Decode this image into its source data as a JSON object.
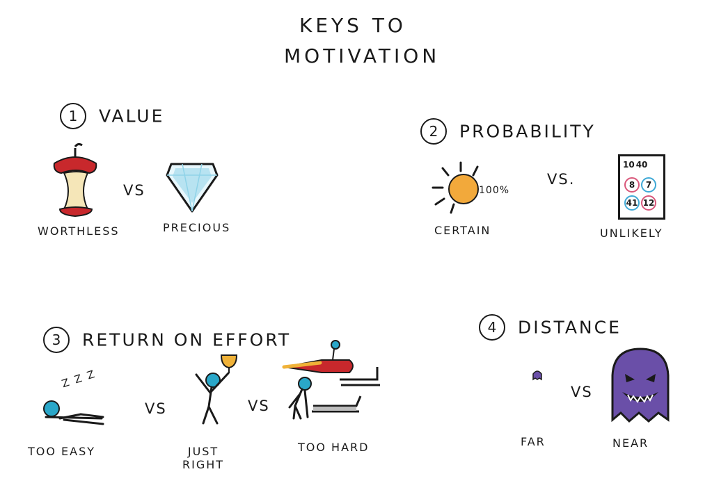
{
  "title": {
    "line1": "KEYS TO",
    "line2": "MOTIVATION"
  },
  "sections": [
    {
      "number": "1",
      "title": "VALUE",
      "left_label": "WORTHLESS",
      "vs": "VS",
      "right_label": "PRECIOUS"
    },
    {
      "number": "2",
      "title": "PROBABILITY",
      "left_label": "CERTAIN",
      "vs": "VS.",
      "right_label": "UNLIKELY",
      "sun_note": "100%",
      "ticket_numbers": [
        "10",
        "40",
        "8",
        "7",
        "41",
        "12"
      ]
    },
    {
      "number": "3",
      "title": "RETURN ON EFFORT",
      "left_label": "TOO EASY",
      "vs1": "VS",
      "middle_label_line1": "JUST",
      "middle_label_line2": "RIGHT",
      "vs2": "VS",
      "right_label": "TOO HARD",
      "sleep": "z z z"
    },
    {
      "number": "4",
      "title": "DISTANCE",
      "left_label": "FAR",
      "vs": "VS",
      "right_label": "NEAR"
    }
  ],
  "colors": {
    "ink": "#1a1a1a",
    "apple_red": "#c8282c",
    "apple_core": "#f5e6b8",
    "diamond": "#8fd3e8",
    "sun": "#f2a93b",
    "ticket_pink": "#d9577a",
    "ticket_blue": "#3fa9d6",
    "figure_head": "#2aa7c9",
    "trophy": "#f0b238",
    "rocket": "#c8282c",
    "ghost": "#6a4fa8"
  }
}
